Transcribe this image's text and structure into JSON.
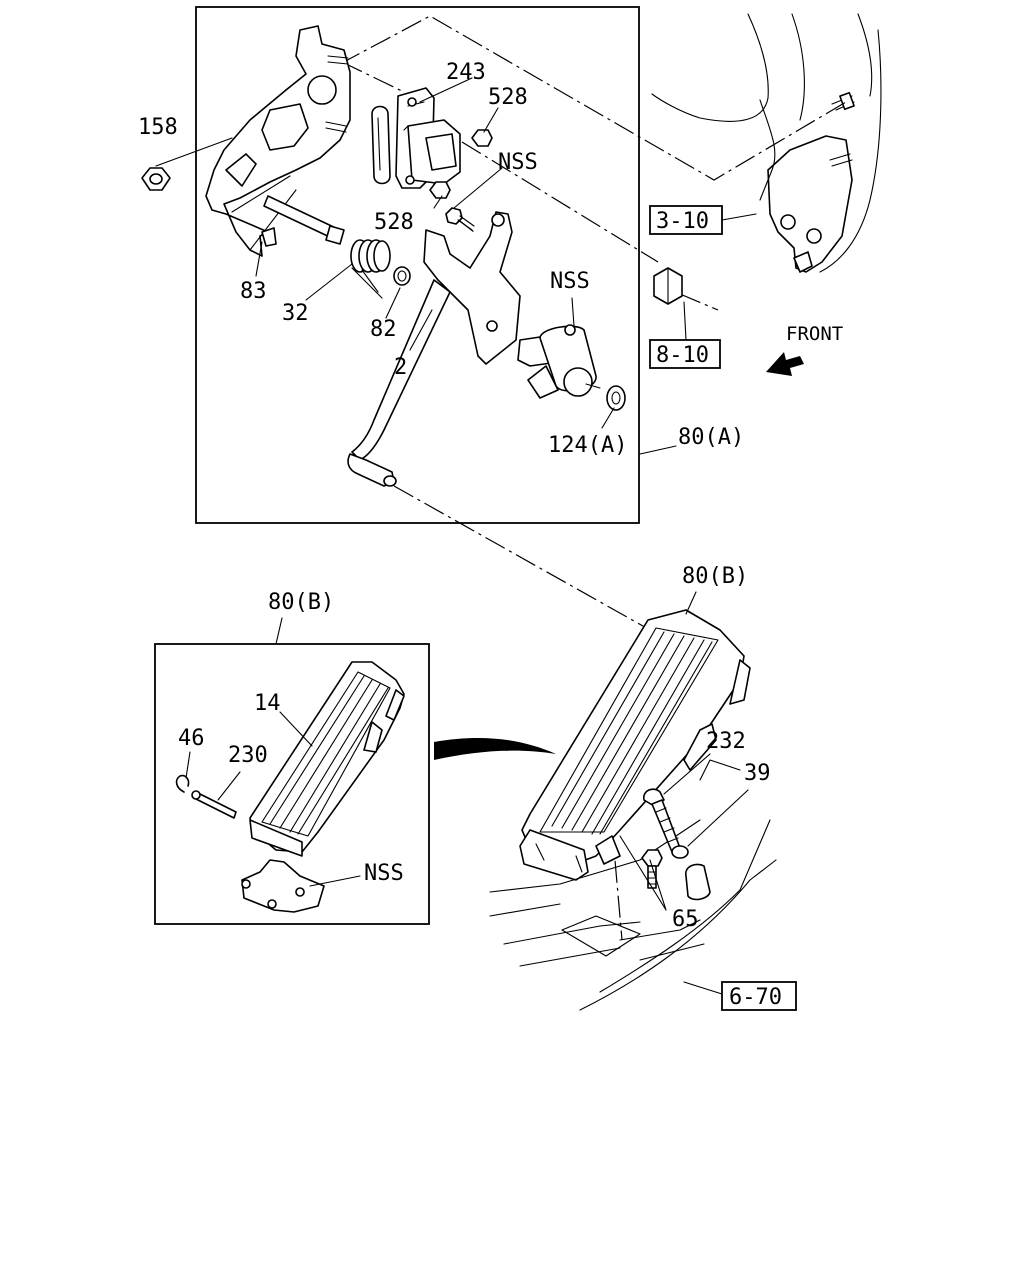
{
  "callouts": {
    "c158": "158",
    "c243": "243",
    "c528a": "528",
    "c528b": "528",
    "nss_top": "NSS",
    "nss_mid": "NSS",
    "nss_inset": "NSS",
    "c83": "83",
    "c32": "32",
    "c82": "82",
    "c2": "2",
    "c124a": "124(A)",
    "c80a": "80(A)",
    "c80b_inset": "80(B)",
    "c80b_main": "80(B)",
    "c14": "14",
    "c46": "46",
    "c230": "230",
    "c232": "232",
    "c39": "39",
    "c65": "65"
  },
  "references": {
    "r310": "3-10",
    "r810": "8-10",
    "r670": "6-70"
  },
  "direction": {
    "front": "FRONT"
  }
}
